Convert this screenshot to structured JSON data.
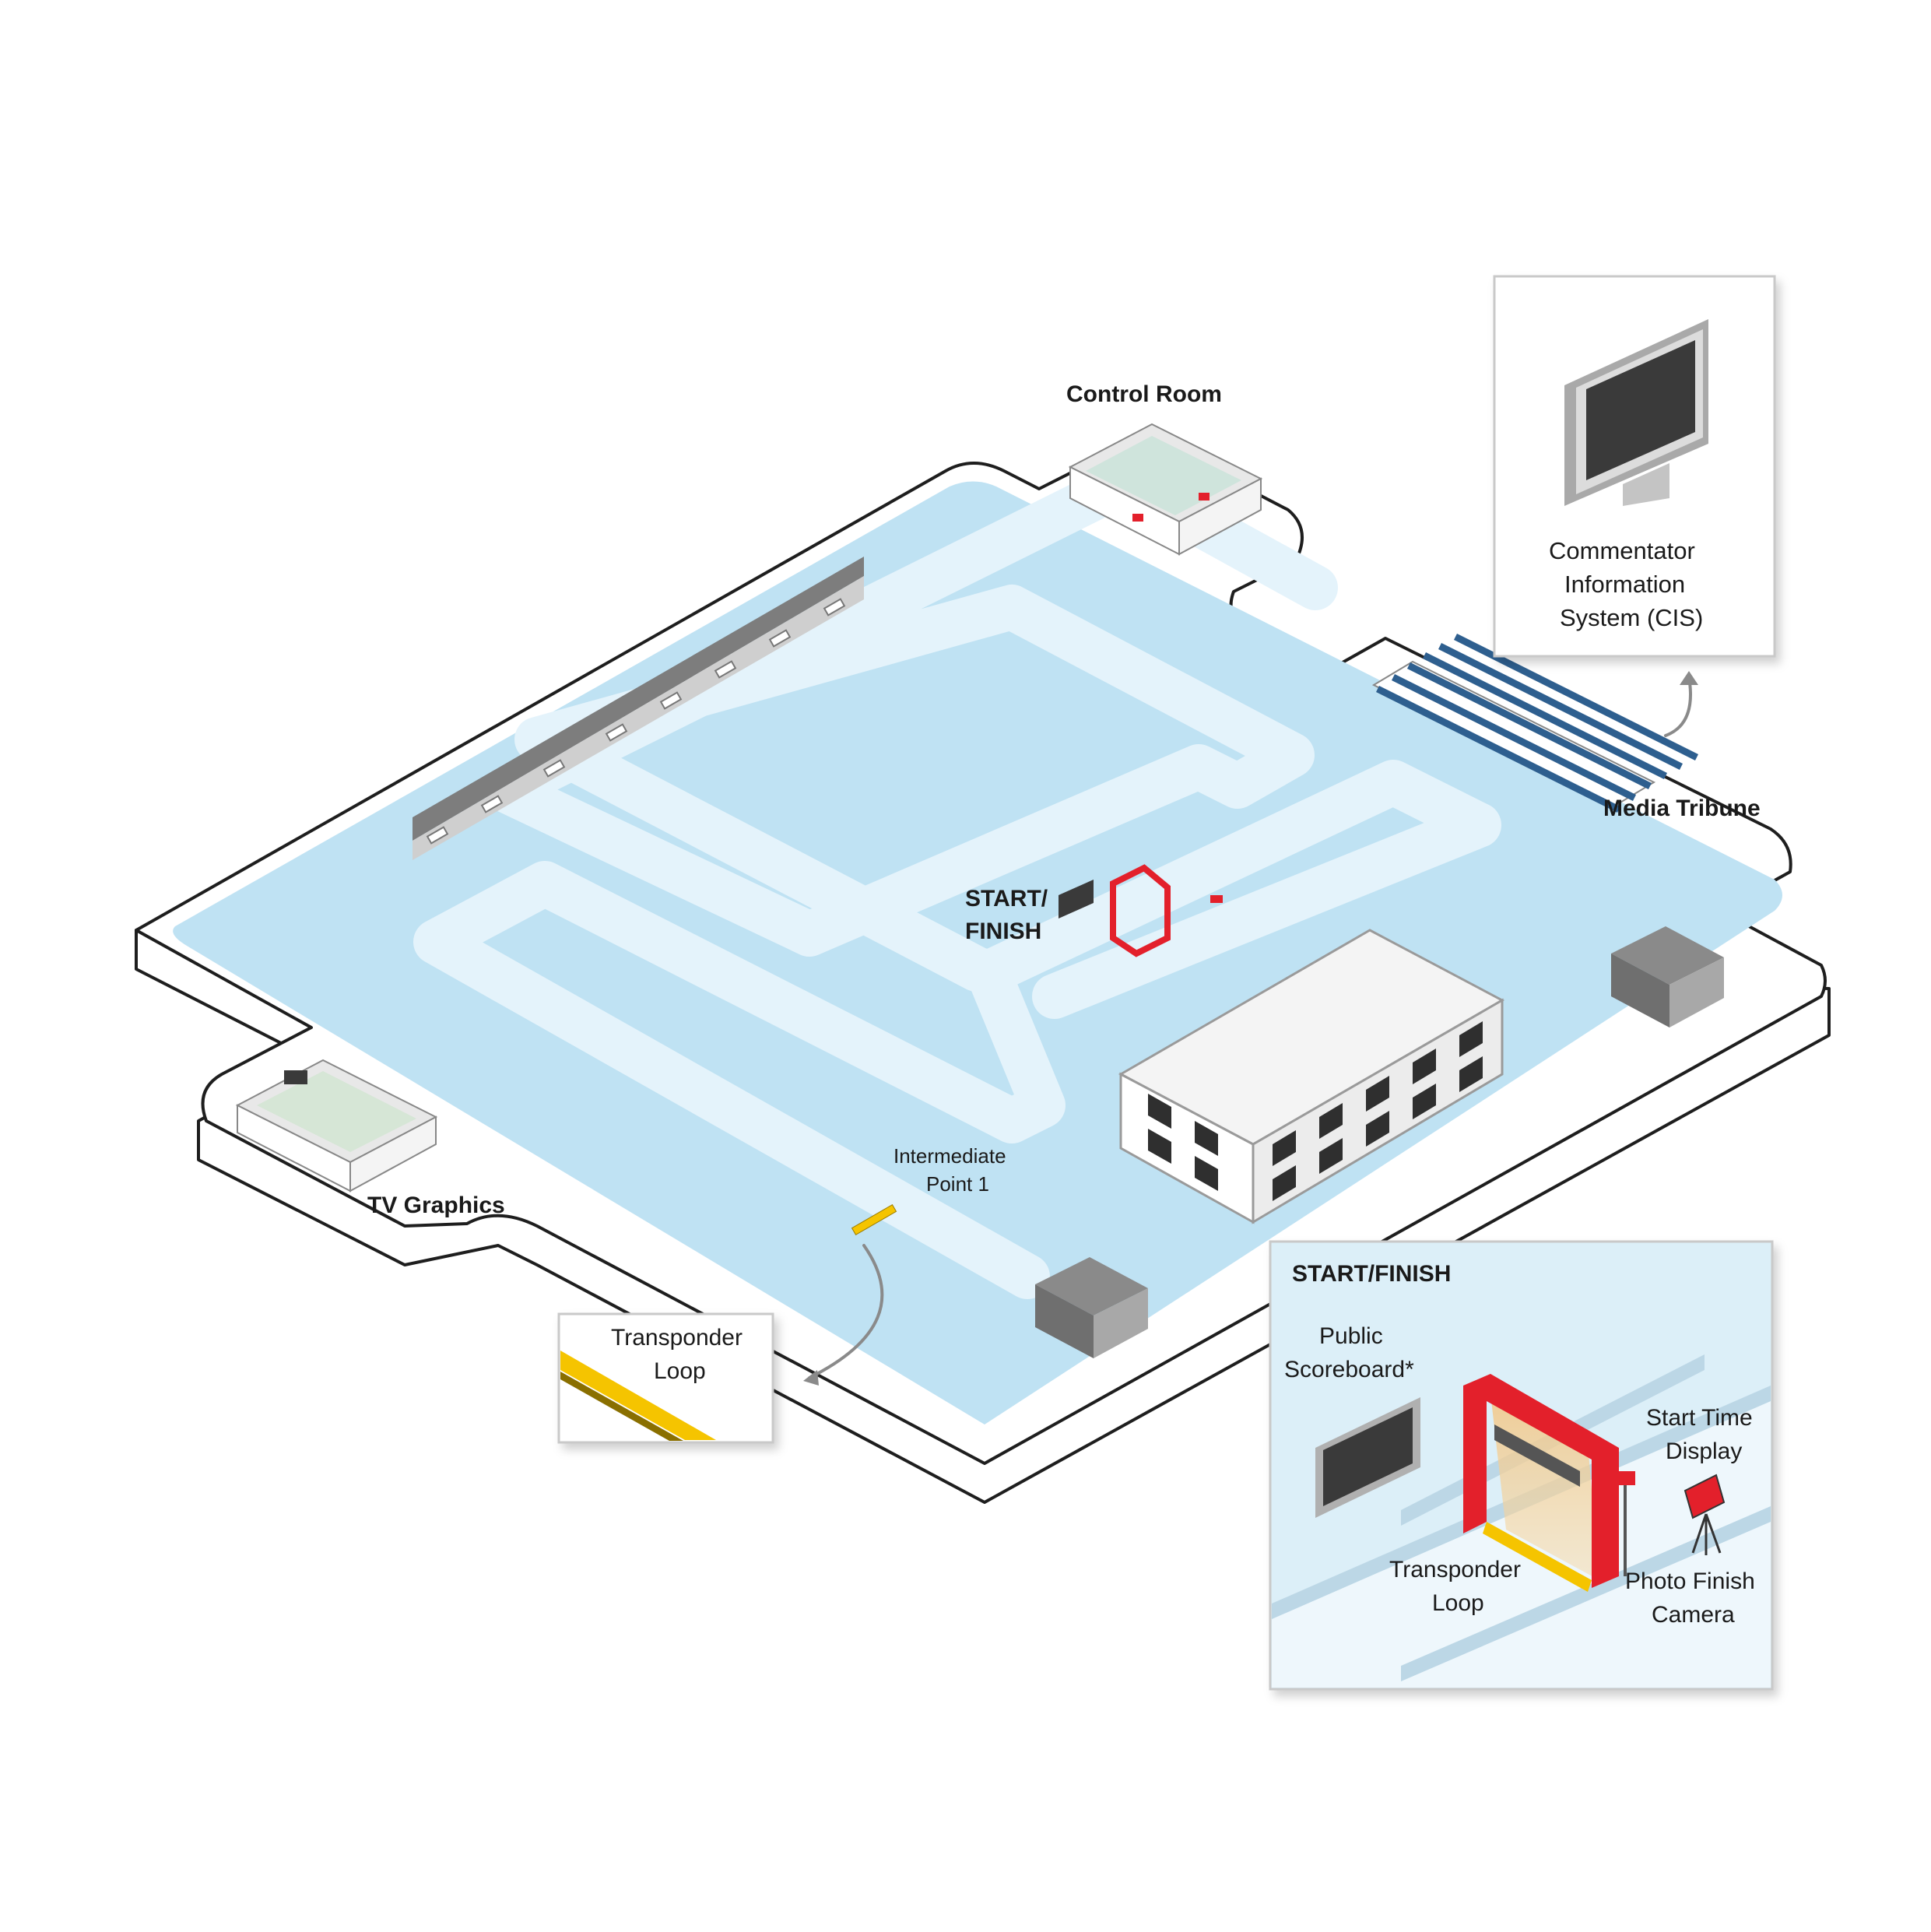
{
  "labels": {
    "control_room": "Control Room",
    "media_tribune": "Media Tribune",
    "start_finish_track_line1": "START/",
    "start_finish_track_line2": "FINISH",
    "tv_graphics": "TV Graphics",
    "intermediate_line1": "Intermediate",
    "intermediate_line2": "Point 1"
  },
  "cis_callout": {
    "line1": "Commentator",
    "line2": "Information",
    "line3": "System (CIS)"
  },
  "transponder_callout": {
    "line1": "Transponder",
    "line2": "Loop"
  },
  "inset": {
    "title": "START/FINISH",
    "scoreboard_line1": "Public",
    "scoreboard_line2": "Scoreboard*",
    "start_time_line1": "Start Time",
    "start_time_line2": "Display",
    "loop_line1": "Transponder",
    "loop_line2": "Loop",
    "camera_line1": "Photo Finish",
    "camera_line2": "Camera"
  },
  "colors": {
    "ice": "#bfe2f3",
    "track": "#e4f3fb",
    "gate_red": "#e3202b",
    "loop_yellow": "#f5c400",
    "arrow_gray": "#8a8a8a",
    "screen_dark": "#3a3a3a"
  }
}
